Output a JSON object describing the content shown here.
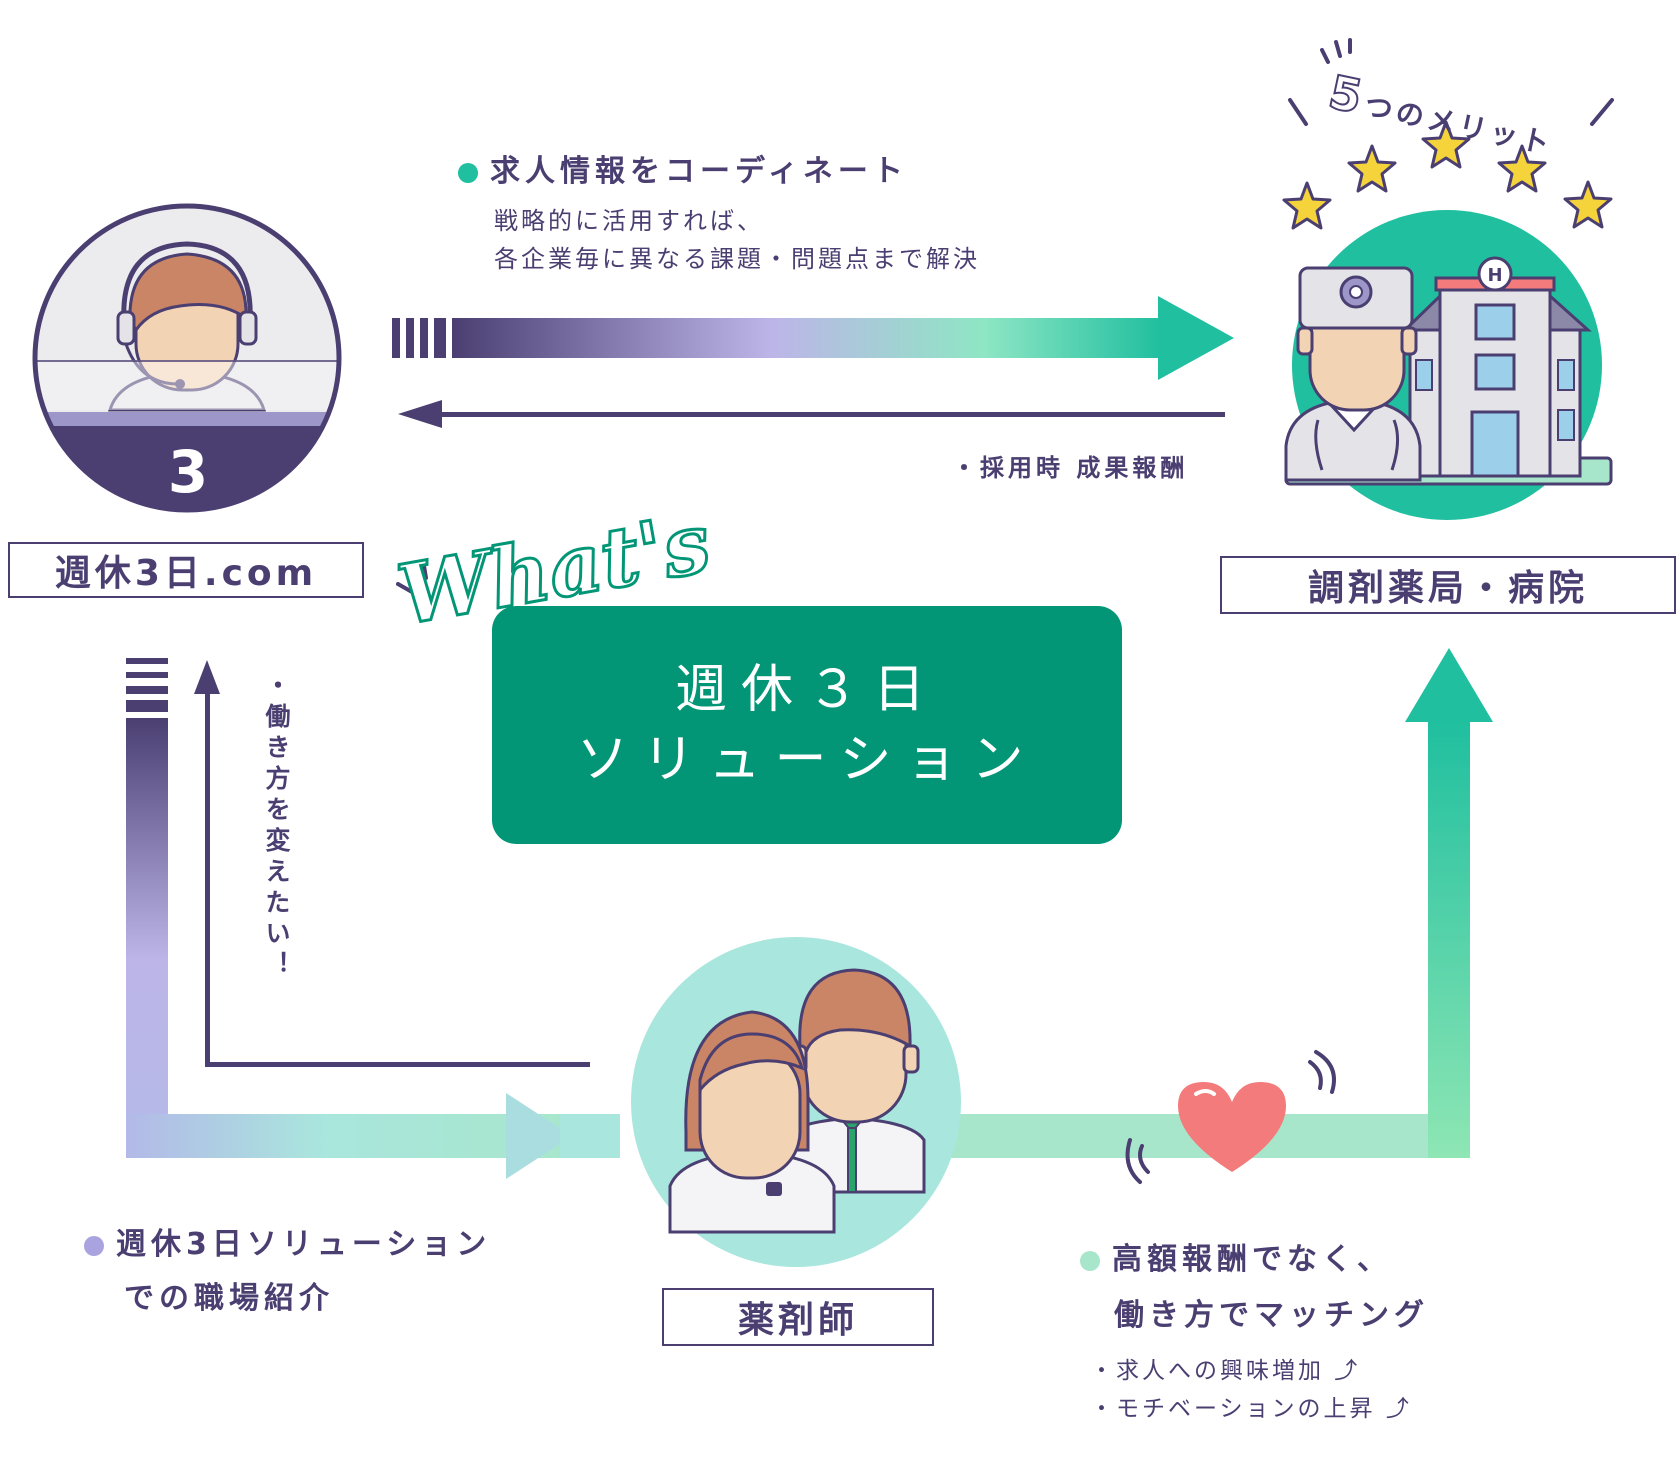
{
  "operator": {
    "label": "週休3日.com",
    "badge_number": "3"
  },
  "employer": {
    "label": "調剤薬局・病院",
    "merit_label": "5つのメリット",
    "merit_number": "5",
    "merit_text": "つのメリット",
    "star_count": 5
  },
  "pharmacist": {
    "label": "薬剤師"
  },
  "center": {
    "what": "What's",
    "line1": "週休３日",
    "line2": "ソリューション"
  },
  "top_flow": {
    "heading": "求人情報をコーディネート",
    "desc_line1": "戦略的に活用すれば、",
    "desc_line2": "各企業毎に異なる課題・問題点まで解決",
    "return_note": "・採用時 成果報酬"
  },
  "left_flow": {
    "vertical_note": "・働き方を変えたい！",
    "heading_line1": "週休3日ソリューション",
    "heading_line2": "での職場紹介"
  },
  "right_flow": {
    "heading_line1": "高額報酬でなく、",
    "heading_line2": "働き方でマッチング",
    "bullet1": "・求人への興味増加 ⤴",
    "bullet2": "・モチベーションの上昇 ⤴"
  },
  "colors": {
    "navy": "#4b3f72",
    "teal": "#1fbf9f",
    "green_box": "#029677",
    "lavender": "#a9a4e0",
    "mint": "#a8e6cc",
    "heart": "#f47b7b",
    "star": "#f5d33a"
  }
}
